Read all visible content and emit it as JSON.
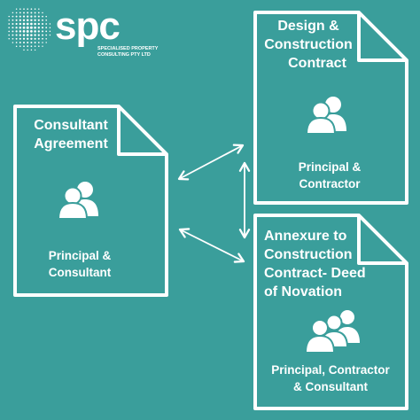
{
  "logo": {
    "wordmark": "spc",
    "tagline_line1": "SPECIALISED PROPERTY",
    "tagline_line2": "CONSULTING PTY LTD"
  },
  "documents": {
    "consultant_agreement": {
      "title_line1": "Consultant",
      "title_line2": "Agreement",
      "parties_line1": "Principal &",
      "parties_line2": "Consultant"
    },
    "design_construction_contract": {
      "title_line1": "Design &",
      "title_line2": "Construction",
      "title_line3": "Contract",
      "parties_line1": "Principal &",
      "parties_line2": "Contractor"
    },
    "annexure_deed_of_novation": {
      "title_line1": "Annexure to",
      "title_line2": "Construction",
      "title_line3": "Contract- Deed",
      "title_line4": "of Novation",
      "parties_line1": "Principal, Contractor",
      "parties_line2": "& Consultant"
    }
  },
  "colors": {
    "background": "#3a9e9b",
    "foreground": "#ffffff"
  },
  "icons": [
    "people-two-icon",
    "people-three-icon",
    "double-arrow-icon",
    "logo-dot-globe-icon"
  ]
}
